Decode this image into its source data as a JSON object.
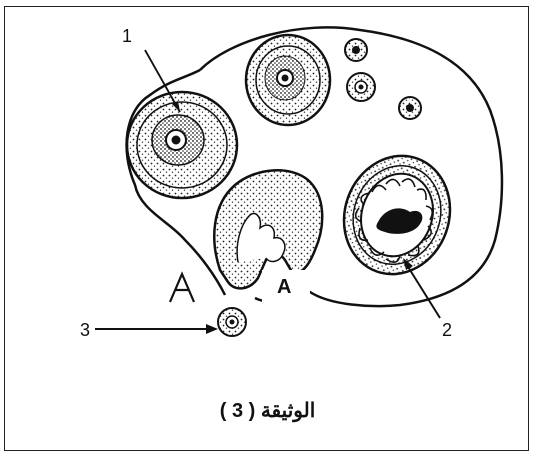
{
  "labels": {
    "one": "1",
    "two": "2",
    "three": "3",
    "a_handwritten": "A",
    "a_typed": "A"
  },
  "caption": "الوثيقة ( 3 )"
}
